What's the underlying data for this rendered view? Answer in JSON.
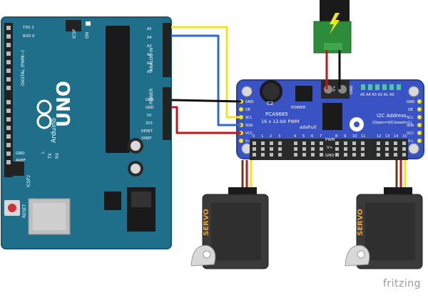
{
  "arduino": {
    "brand": "Arduino",
    "model": "UNO",
    "reset_label": "RESET",
    "icsp_top": "ICSP",
    "icsp2": "ICSP2",
    "on_label": "ON",
    "tx_label": "TX",
    "rx_label": "RX",
    "l_label": "L",
    "aref": "AREF",
    "gnd": "GND",
    "digital_label": "DIGITAL (PWM~)",
    "txd_label": "TX0 1",
    "rxd_label": "RX0 0",
    "analog_label": "ANALOG IN",
    "power_label": "POWER",
    "power_pins": [
      "GND",
      "GND",
      "5V",
      "3V3",
      "RESET",
      "IOREF"
    ],
    "analog_pins": [
      "A5",
      "A4",
      "A3",
      "A2",
      "A1",
      "A0"
    ]
  },
  "pwm_board": {
    "chip": "PCA9685",
    "subtitle": "16 x 12-bit PWM",
    "cap": "C2",
    "power_label": "POWER",
    "brand": "adafruit",
    "i2c_title": "I2C Address",
    "i2c_sub": "(Open=0/Closed=1)",
    "addr_pins": "A5 A4 A3 A2 A1 A0",
    "left_pins": [
      "GND",
      "OE",
      "SCL",
      "SDA",
      "VCC",
      "V+"
    ],
    "right_pins": [
      "GND",
      "OE",
      "SCL",
      "SDA",
      "VCC",
      "V+"
    ],
    "terminal": [
      "V+",
      "GND"
    ],
    "pwm_label": "PWM",
    "vplus_label": "V+",
    "gnd_label": "GND",
    "channels": [
      "0",
      "1",
      "2",
      "3",
      "4",
      "5",
      "6",
      "7",
      "8",
      "9",
      "10",
      "11",
      "12",
      "13",
      "14",
      "15"
    ]
  },
  "servo": {
    "label": "SERVO"
  },
  "watermark": "fritzing",
  "colors": {
    "pcb_teal": "#1f6f8b",
    "pcb_blue": "#3a53c4",
    "wire_yellow": "#f4e51a",
    "wire_blue": "#2b6bd6",
    "wire_black": "#111111",
    "wire_red": "#c8151b",
    "servo_body": "#3a3a3a",
    "jack_green": "#2e8b3a"
  }
}
